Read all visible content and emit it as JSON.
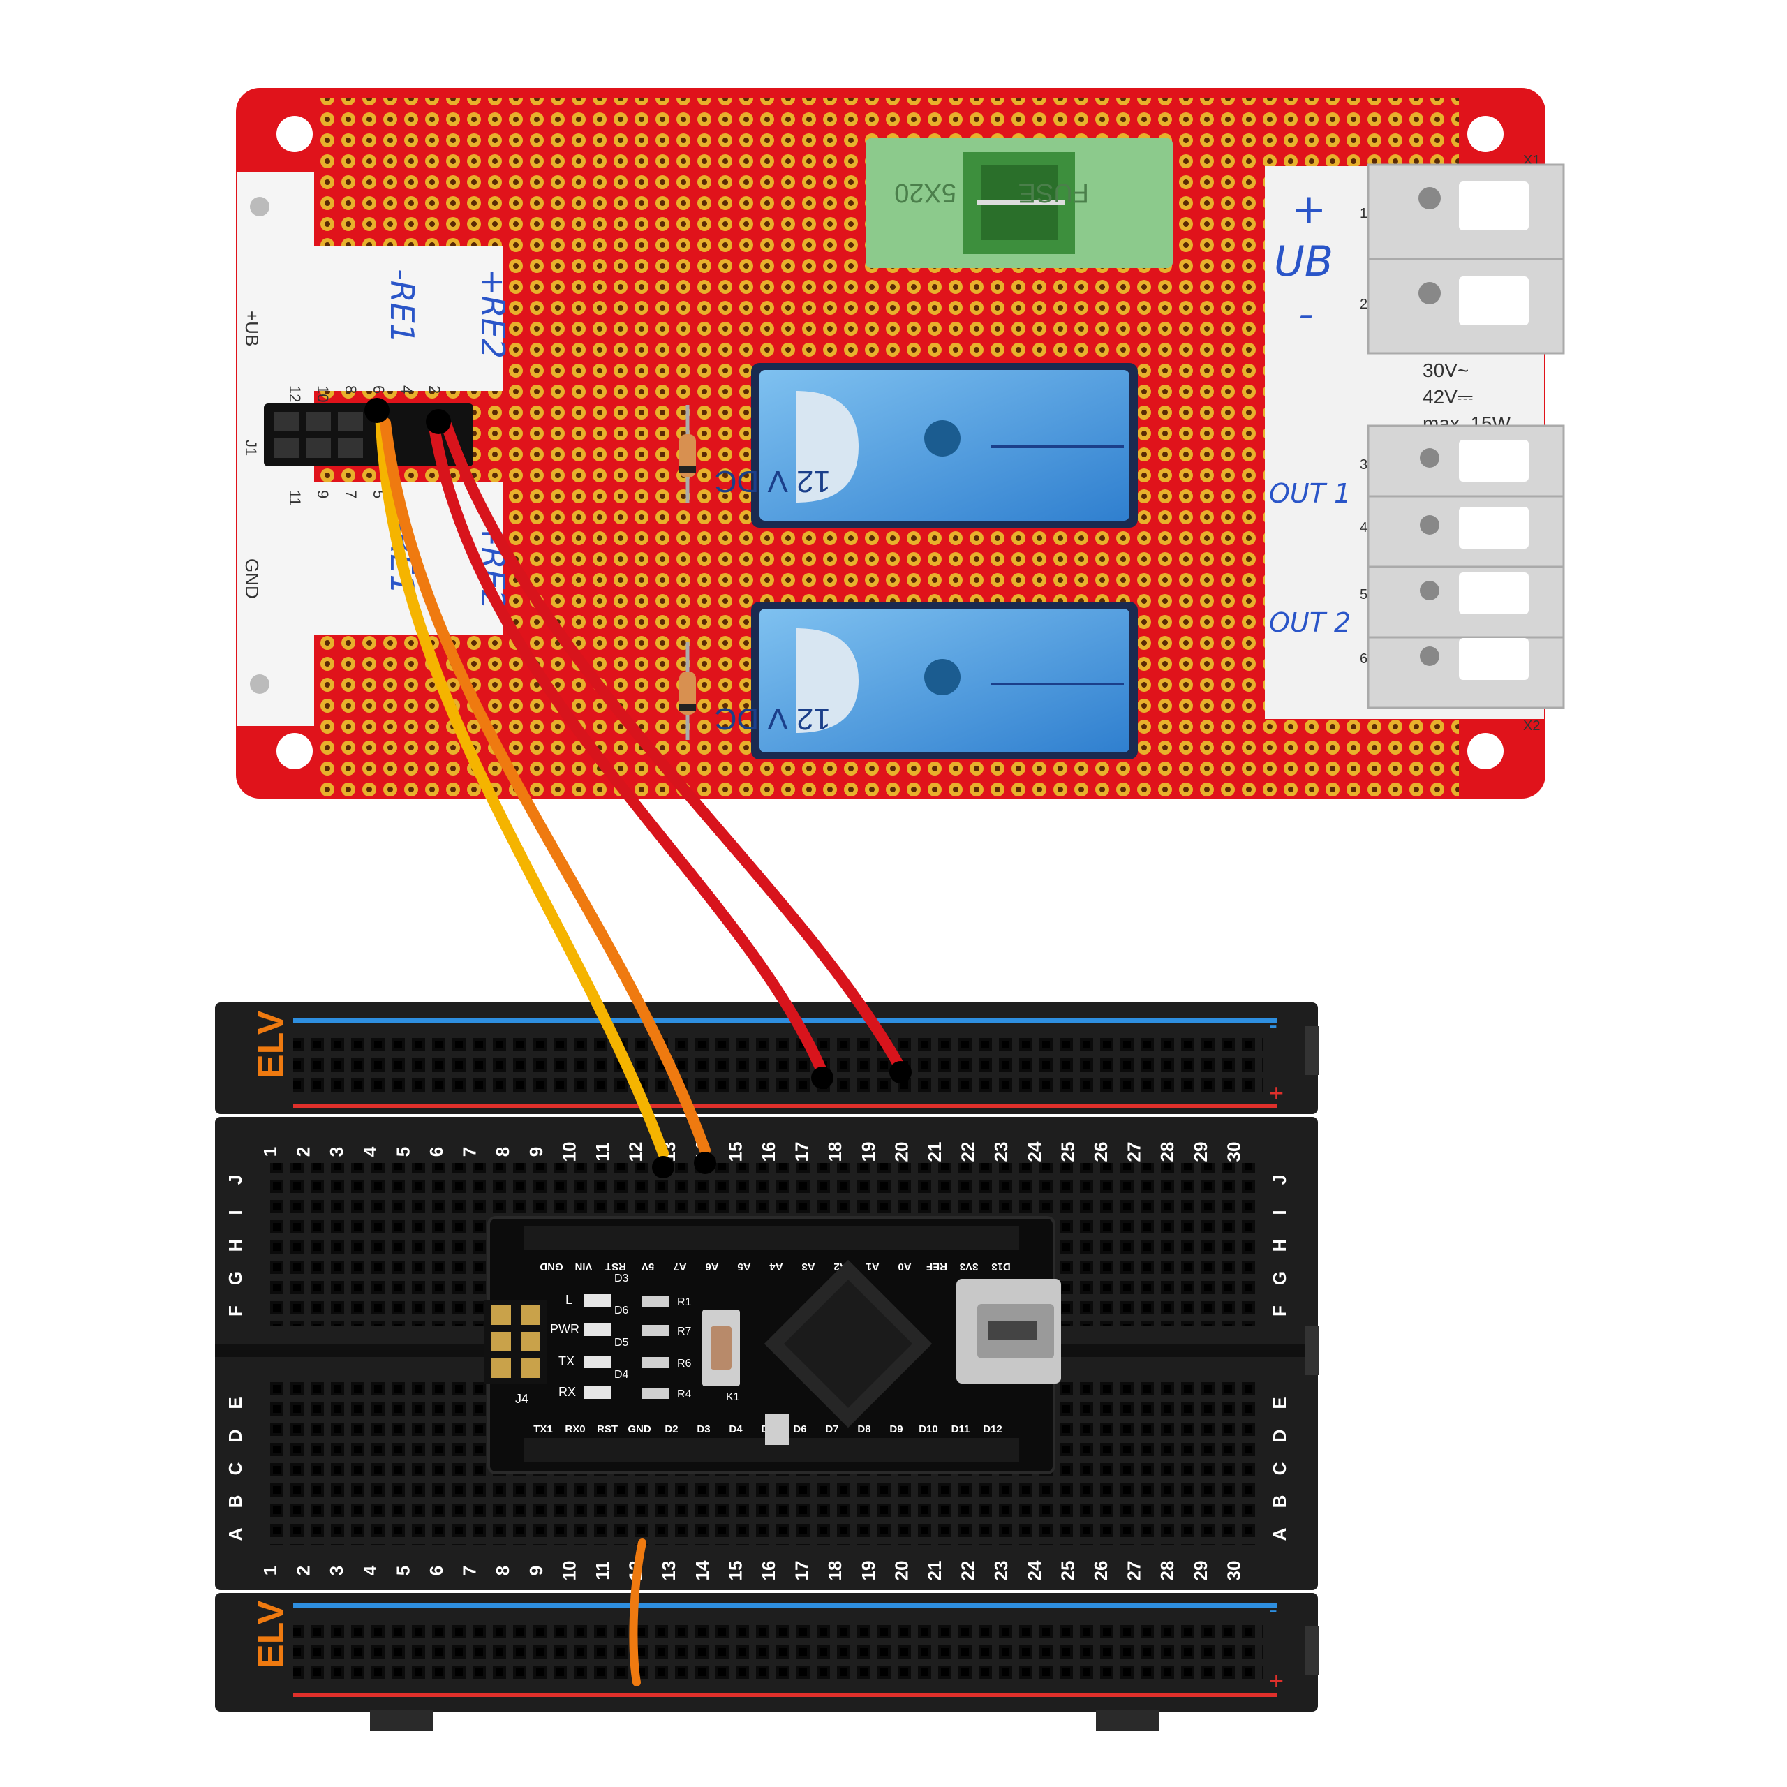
{
  "pcb": {
    "left_labels": {
      "ub": "+UB",
      "gnd": "GND",
      "j1": "J1"
    },
    "pin_numbers_top": [
      "12",
      "10",
      "8",
      "6",
      "4",
      "2"
    ],
    "pin_numbers_bottom": [
      "11",
      "9",
      "7",
      "5"
    ],
    "handwritten": {
      "re2_top": "+RE2",
      "re1_top": "-RE1",
      "re1_bottom": "-RE1",
      "re2_bottom": "+RE2",
      "plus": "+",
      "ub": "UB",
      "minus": "-",
      "out1": "OUT 1",
      "out2": "OUT 2"
    },
    "fuse": {
      "label": "FUSE",
      "size": "5X20"
    },
    "relay": {
      "label": "12 V DC"
    },
    "rating": {
      "line1": "30V~",
      "line2": "42V⎓",
      "line3": "max. 15W"
    },
    "terminal_numbers": [
      "1",
      "2",
      "3",
      "4",
      "5",
      "6"
    ],
    "terminal_tags": {
      "x1": "X1",
      "x2": "X2"
    }
  },
  "breadboard": {
    "brand": "ELV",
    "columns": [
      "1",
      "2",
      "3",
      "4",
      "5",
      "6",
      "7",
      "8",
      "9",
      "10",
      "11",
      "12",
      "13",
      "14",
      "15",
      "16",
      "17",
      "18",
      "19",
      "20",
      "21",
      "22",
      "23",
      "24",
      "25",
      "26",
      "27",
      "28",
      "29",
      "30"
    ],
    "rows_top": [
      "J",
      "I",
      "H",
      "G",
      "F"
    ],
    "rows_bottom": [
      "E",
      "D",
      "C",
      "B",
      "A"
    ],
    "rail_minus": "-",
    "rail_plus": "+"
  },
  "nano": {
    "top_pins": [
      "GND",
      "VIN",
      "RST",
      "5V",
      "A7",
      "A6",
      "A5",
      "A4",
      "A3",
      "A2",
      "A1",
      "A0",
      "REF",
      "3V3",
      "D13"
    ],
    "bottom_pins": [
      "TX1",
      "RX0",
      "RST",
      "GND",
      "D2",
      "D3",
      "D4",
      "D5",
      "D6",
      "D7",
      "D8",
      "D9",
      "D10",
      "D11",
      "D12"
    ],
    "leds": [
      "L",
      "PWR",
      "TX",
      "RX"
    ],
    "refs": [
      "D3",
      "D6",
      "D5",
      "D4",
      "R1",
      "R7",
      "R6",
      "R4",
      "K1",
      "J4"
    ]
  },
  "colors": {
    "pcb": "#e0131b",
    "breadboard": "#1e1e1e",
    "wire_yellow": "#f5b400",
    "wire_orange": "#ef7a10",
    "wire_red": "#d8141c",
    "fuse_holder": "#8cca8c",
    "relay": "#3f8fd8"
  }
}
